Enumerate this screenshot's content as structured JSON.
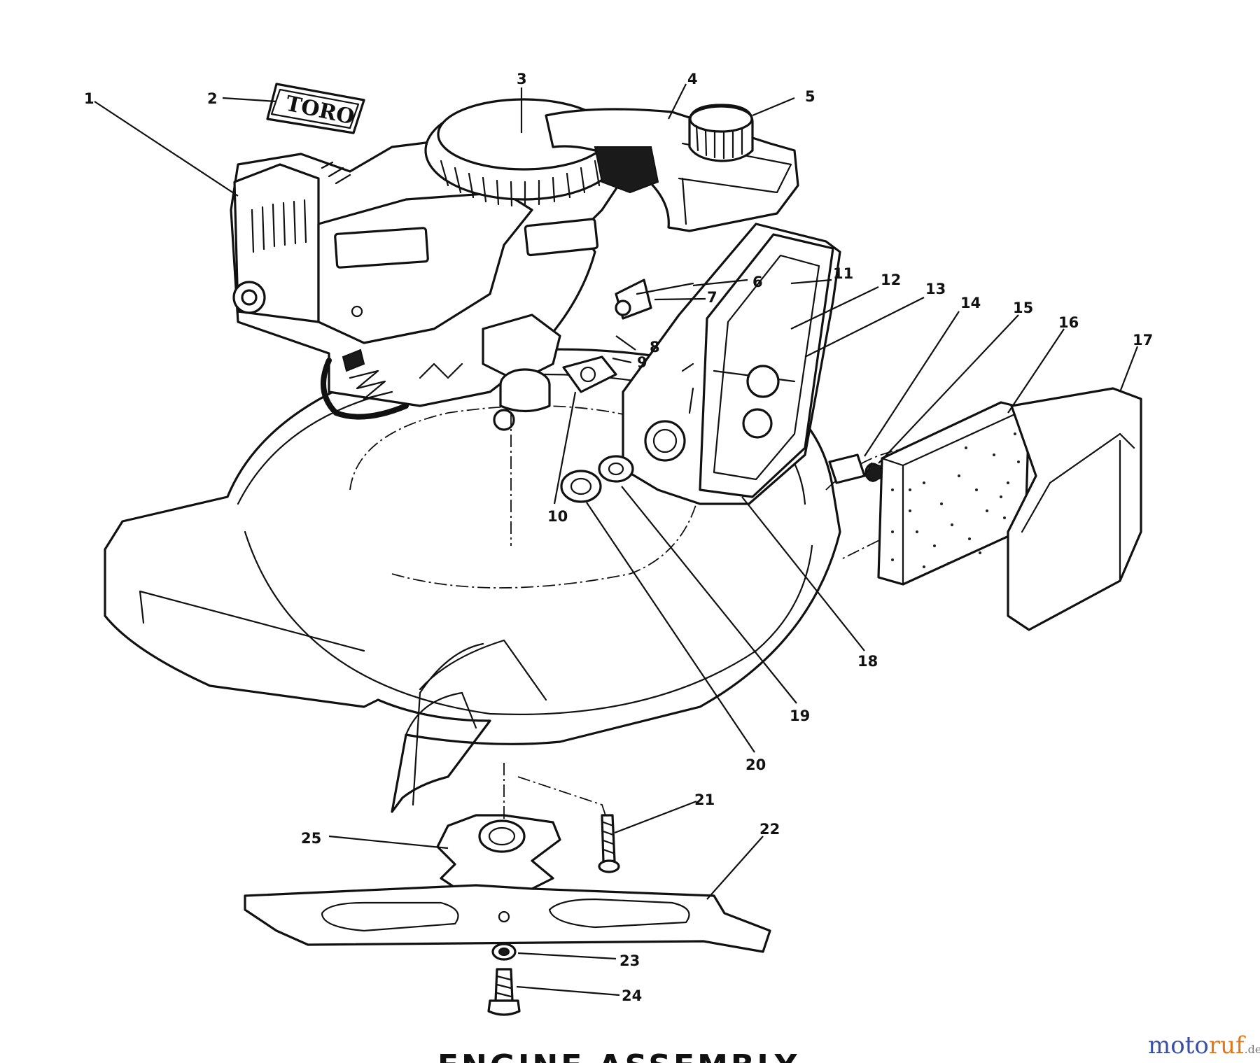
{
  "diagram": {
    "title": "ENGINE ASSEMBLY",
    "logo_text": "TORO",
    "callouts": [
      "1",
      "2",
      "3",
      "4",
      "5",
      "6",
      "7",
      "8",
      "9",
      "10",
      "11",
      "12",
      "13",
      "14",
      "15",
      "16",
      "17",
      "18",
      "19",
      "20",
      "21",
      "22",
      "23",
      "24",
      "25"
    ]
  },
  "watermark": {
    "part1": "moto",
    "part2": "ruf",
    "suffix": ".de",
    "colors": {
      "part1": "#3a4fa0",
      "part2": "#e2761b",
      "suffix": "#777777"
    }
  }
}
